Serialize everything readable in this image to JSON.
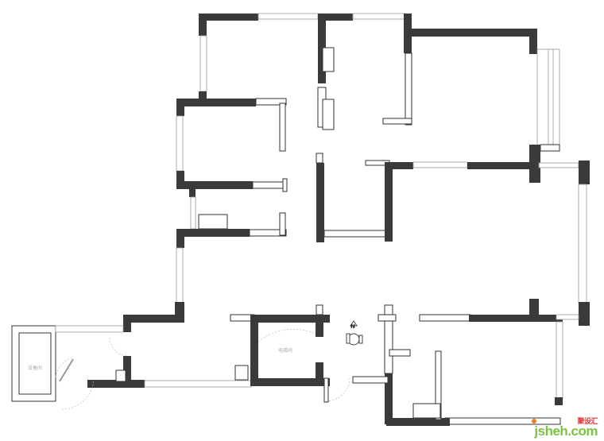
{
  "rooms": {
    "equipment_room": "设备间",
    "elevator_room": "电梯间"
  },
  "compass": {
    "north_label": "N"
  },
  "logo": {
    "text": "jsheh.com",
    "chinese": "聚设汇"
  },
  "colors": {
    "wall": "#3a3a3a",
    "logo_green": "#7cc242",
    "logo_red": "#dd3333"
  }
}
